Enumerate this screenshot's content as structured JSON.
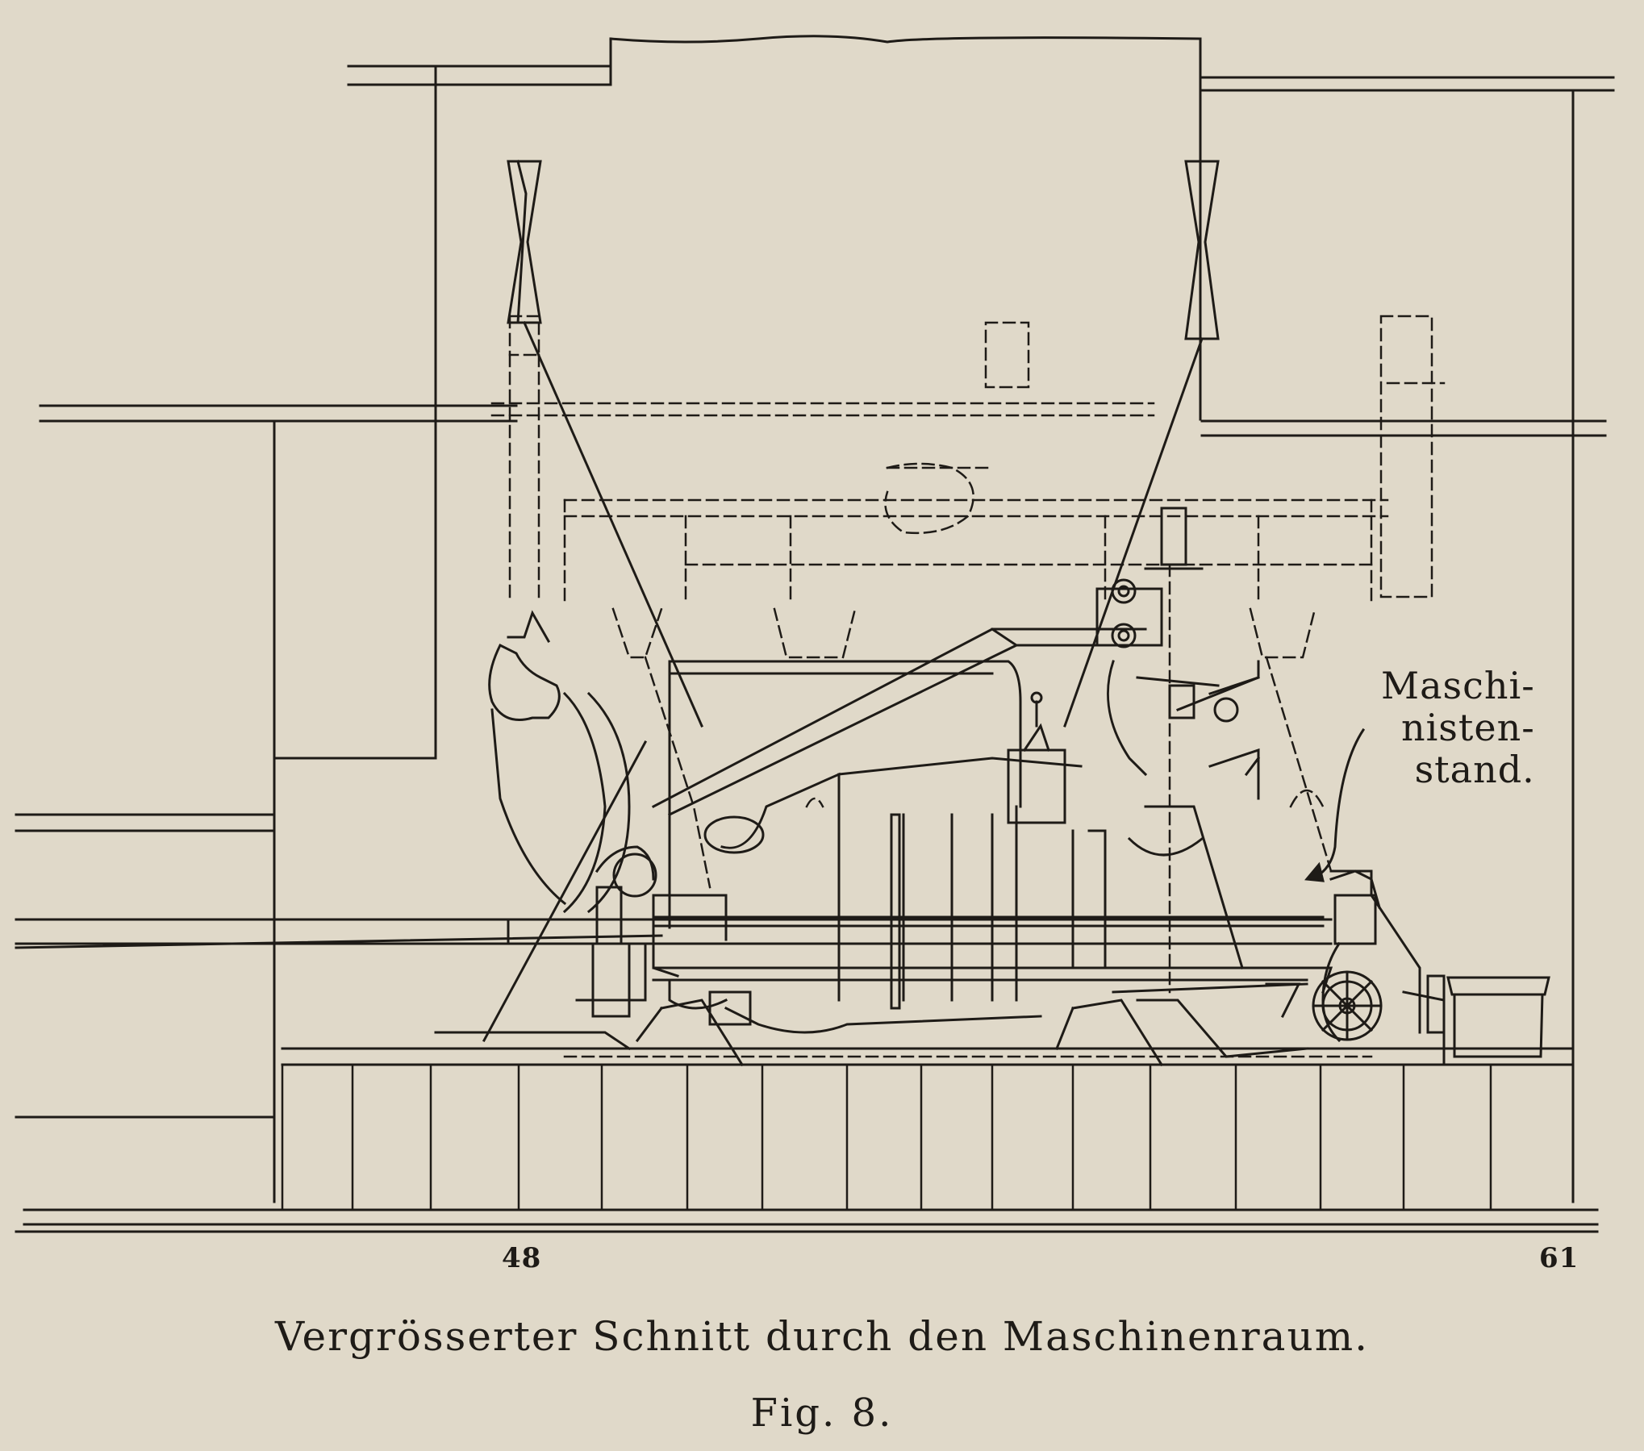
{
  "labels": {
    "engineer_stand": [
      "Maschi-",
      "nisten-",
      "stand."
    ],
    "frame_left": "48",
    "frame_right": "61"
  },
  "caption": "Vergrösserter Schnitt durch den Maschinenraum.",
  "figure_number": "Fig. 8.",
  "colors": {
    "paper": "#e0d9c9",
    "ink": "#1e1b17"
  }
}
